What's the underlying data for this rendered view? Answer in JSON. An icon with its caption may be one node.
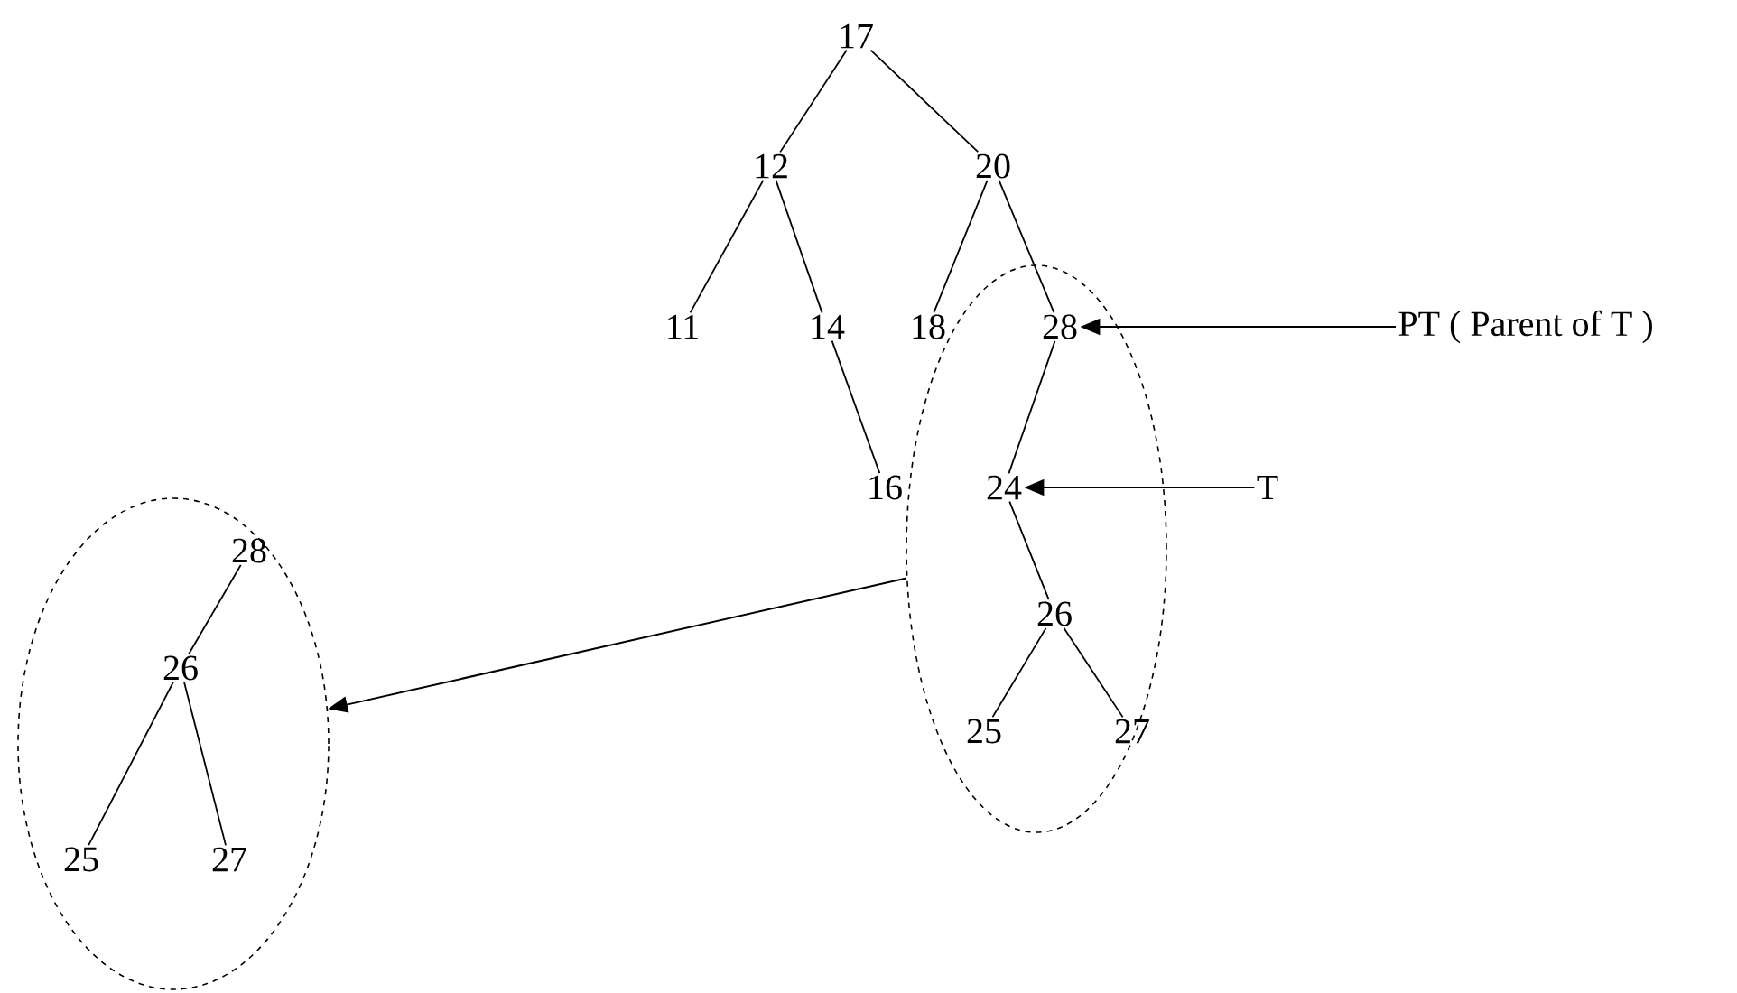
{
  "diagram": {
    "nodes": [
      {
        "text": [
          "17"
        ]
      },
      {
        "text": [
          "12"
        ]
      },
      {
        "text": [
          "20"
        ]
      },
      {
        "text": [
          "11"
        ]
      },
      {
        "text": [
          "14"
        ]
      },
      {
        "text": [
          "18"
        ]
      },
      {
        "text": [],
        "shape": "ellipse"
      },
      {
        "text": [
          "28"
        ],
        "in": 6
      },
      {
        "text": [
          "PT ( Parent of T )"
        ]
      },
      {
        "text": [
          "16"
        ]
      },
      {
        "text": [
          "24"
        ],
        "in": 6
      },
      {
        "text": [
          "T"
        ]
      },
      {
        "text": [
          "26"
        ],
        "in": 6
      },
      {
        "text": [
          "25"
        ],
        "in": 6
      },
      {
        "text": [
          "27"
        ],
        "in": 6
      },
      {
        "text": [],
        "shape": "ellipse"
      },
      {
        "text": [
          "28"
        ],
        "in": 15
      },
      {
        "text": [
          "26"
        ],
        "in": 15
      },
      {
        "text": [
          "25"
        ],
        "in": 15
      },
      {
        "text": [
          "27"
        ],
        "in": 15
      }
    ],
    "edges": [
      {
        "from": 0,
        "to": 1,
        "arrow": "none"
      },
      {
        "from": 0,
        "to": 2,
        "arrow": "none"
      },
      {
        "from": 1,
        "to": 3,
        "arrow": "none"
      },
      {
        "from": 1,
        "to": 4,
        "arrow": "none"
      },
      {
        "from": 2,
        "to": 5,
        "arrow": "none"
      },
      {
        "from": 2,
        "to": 7,
        "arrow": "none"
      },
      {
        "from": 8,
        "to": 7,
        "arrow": "to"
      },
      {
        "from": 4,
        "to": 9,
        "arrow": "none"
      },
      {
        "from": 7,
        "to": 10,
        "arrow": "none"
      },
      {
        "from": 11,
        "to": 10,
        "arrow": "to"
      },
      {
        "from": 10,
        "to": 12,
        "arrow": "none"
      },
      {
        "from": 12,
        "to": 13,
        "arrow": "none"
      },
      {
        "from": 12,
        "to": 14,
        "arrow": "none"
      },
      {
        "from": 6,
        "to": 15,
        "arrow": "to"
      },
      {
        "from": 16,
        "to": 17,
        "arrow": "none"
      },
      {
        "from": 17,
        "to": 18,
        "arrow": "none"
      },
      {
        "from": 17,
        "to": 19,
        "arrow": "none"
      }
    ]
  }
}
